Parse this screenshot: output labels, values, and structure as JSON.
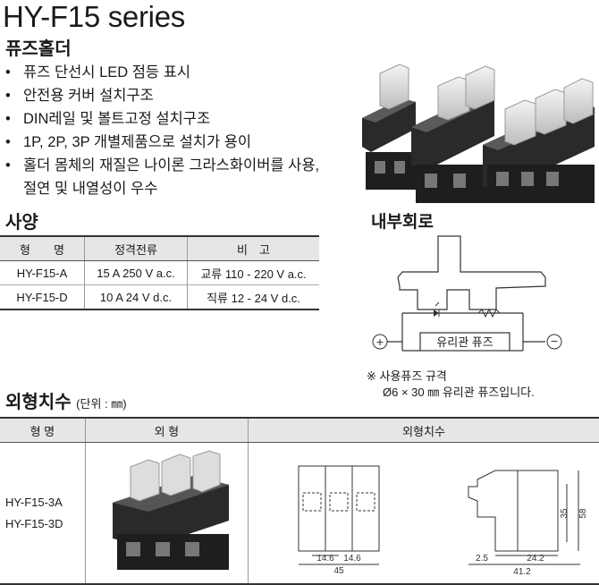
{
  "title": "HY-F15 series",
  "subtitle": "퓨즈홀더",
  "features": [
    "퓨즈 단선시 LED 점등 표시",
    "안전용 커버 설치구조",
    "DIN레일 및 볼트고정 설치구조",
    "1P, 2P, 3P 개별제품으로 설치가 용이",
    "홀더 몸체의 재질은 나이론 그라스화이버를 사용,",
    "절연 및 내열성이 우수"
  ],
  "spec": {
    "heading": "사양",
    "headers": [
      "형　　명",
      "정격전류",
      "비　고"
    ],
    "rows": [
      [
        "HY-F15-A",
        "15 A 250 V a.c.",
        "교류 110 - 220 V a.c."
      ],
      [
        "HY-F15-D",
        "10 A 24 V d.c.",
        "직류 12 - 24 V d.c."
      ]
    ]
  },
  "circuit": {
    "heading": "내부회로",
    "plus": "+",
    "minus": "−",
    "fuse_label": "유리관 퓨즈",
    "note1": "※ 사용퓨즈 규격",
    "note2": "Ø6 × 30 ㎜ 유리관 퓨즈입니다."
  },
  "dims": {
    "heading": "외형치수",
    "unit": "(단위 : ㎜)",
    "headers": [
      "형 명",
      "외 형",
      "외형치수"
    ],
    "models": [
      "HY-F15-3A",
      "HY-F15-3D"
    ],
    "front": {
      "d1": "14.6",
      "d2": "14.6",
      "d3": "45"
    },
    "side": {
      "d1": "2.5",
      "d2": "24.2",
      "d3": "41.2",
      "h1": "35",
      "h2": "58"
    }
  }
}
